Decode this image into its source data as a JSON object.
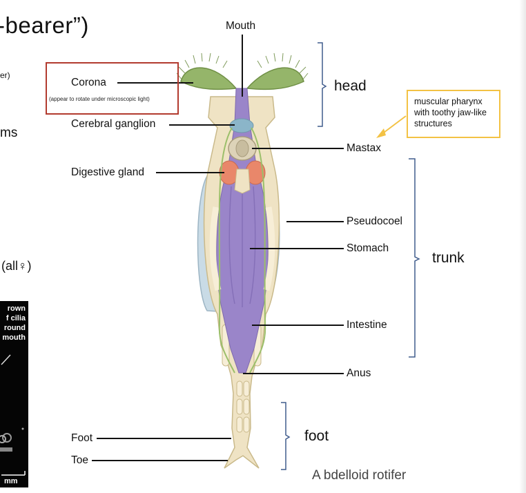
{
  "slide": {
    "title_fragment": "-bearer”)",
    "left_fragments": [
      "er)",
      "ms",
      "(all♀)"
    ],
    "photo_text": [
      "rown",
      "f cilia",
      "round",
      "mouth"
    ],
    "photo_scale": "mm"
  },
  "diagram": {
    "labels": {
      "mouth": "Mouth",
      "corona": "Corona",
      "corona_note": "(appear to rotate under microscopic light)",
      "cerebral_ganglion": "Cerebral ganglion",
      "digestive_gland": "Digestive gland",
      "mastax": "Mastax",
      "pseudocoel": "Pseudocoel",
      "stomach": "Stomach",
      "intestine": "Intestine",
      "anus": "Anus",
      "foot": "Foot",
      "toe": "Toe"
    },
    "regions": {
      "head": "head",
      "trunk": "trunk",
      "foot": "foot"
    },
    "callout": "muscular pharynx with toothy jaw-like structures",
    "caption": "A bdelloid rotifer"
  },
  "colors": {
    "body": "#efe3c4",
    "body_outline": "#c9b98a",
    "digestive_tract": "#9a85c9",
    "pseudocoel": "#c9dbe6",
    "corona": "#95b56a",
    "gland": "#e9876a",
    "nerve": "#9bbf6a",
    "callout_border": "#f3c244",
    "callout_arrow": "#f3c244",
    "corona_box": "#b23a2e",
    "bracket": "#3f5b8c"
  }
}
